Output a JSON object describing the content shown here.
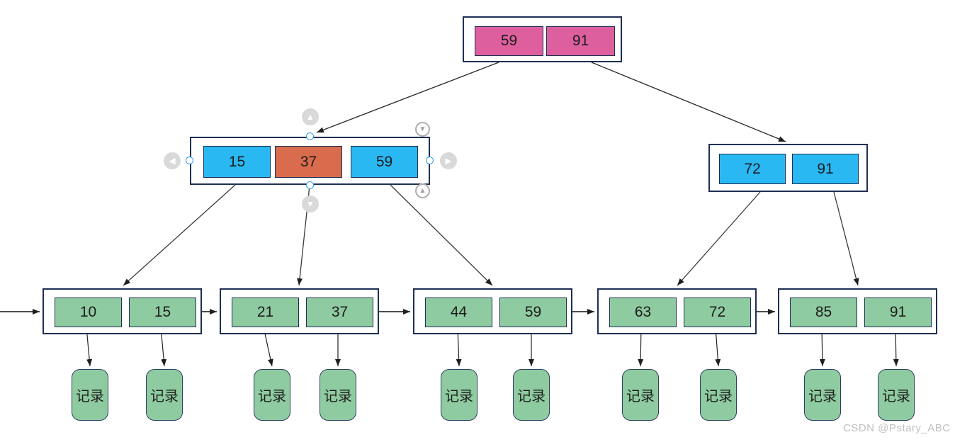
{
  "diagram": {
    "type": "b-plus-tree",
    "root": {
      "keys": [
        "59",
        "91"
      ]
    },
    "internal_left": {
      "keys": [
        "15",
        "37",
        "59"
      ],
      "highlighted_key": "37",
      "selected": true
    },
    "internal_right": {
      "keys": [
        "72",
        "91"
      ]
    },
    "leaves": [
      {
        "keys": [
          "10",
          "15"
        ]
      },
      {
        "keys": [
          "21",
          "37"
        ]
      },
      {
        "keys": [
          "44",
          "59"
        ]
      },
      {
        "keys": [
          "63",
          "72"
        ]
      },
      {
        "keys": [
          "85",
          "91"
        ]
      }
    ],
    "record_label": "记录",
    "record_count": 10,
    "watermark": "CSDN @Pstary_ABC",
    "colors": {
      "root_cell": "#DE5F9E",
      "internal_cell": "#29B8F2",
      "highlight_cell": "#D96C4D",
      "leaf_cell": "#8FCBA0",
      "node_border": "#1E2F55",
      "arrow": "#2F2F2F",
      "selection_accent": "#2E9BED",
      "handle_gray": "#D9D9D9",
      "watermark": "#BFBFBF"
    },
    "selection_handles": {
      "up_glyph": "▲",
      "down_glyph": "▼",
      "left_glyph": "◀",
      "right_glyph": "▶"
    }
  }
}
